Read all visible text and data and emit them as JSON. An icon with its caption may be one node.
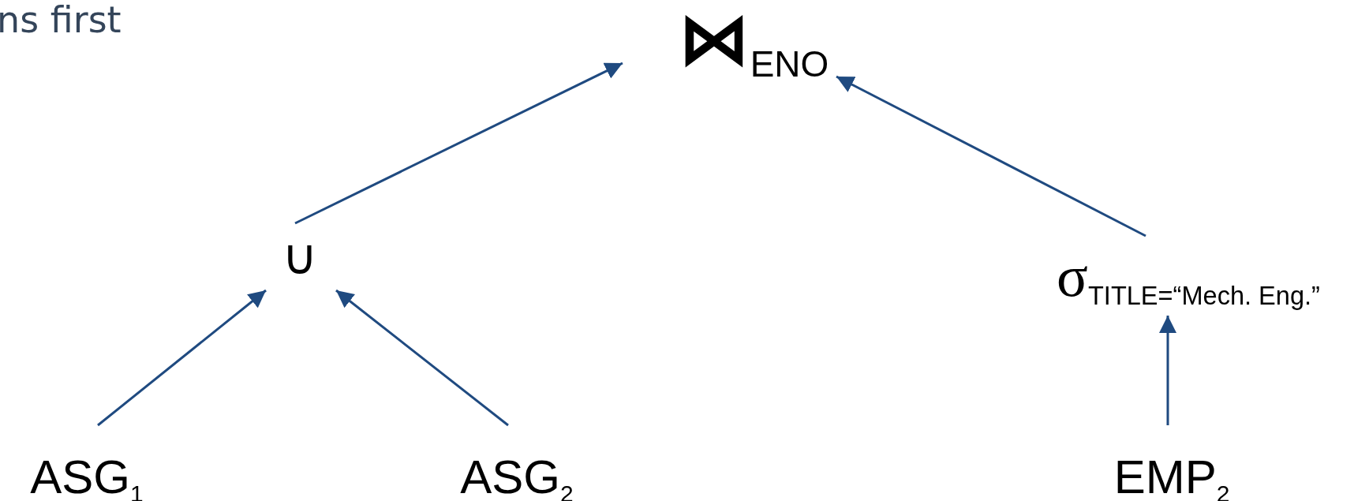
{
  "diagram": {
    "title": "ns first",
    "nodes": [
      {
        "text": [
          "⋈$_{ENO}$"
        ]
      },
      {
        "text": [
          "∪"
        ]
      },
      {
        "text": [
          "σ$_{TITLE=“Mech. Eng.”}$"
        ]
      },
      {
        "text": [
          "ASG$_{1}$"
        ]
      },
      {
        "text": [
          "ASG$_{2}$"
        ]
      },
      {
        "text": [
          "EMP$_{2}$"
        ]
      }
    ],
    "edges": [
      {
        "from": 1,
        "to": 0,
        "arrow": "to"
      },
      {
        "from": 2,
        "to": 0,
        "arrow": "to"
      },
      {
        "from": 3,
        "to": 1,
        "arrow": "to"
      },
      {
        "from": 4,
        "to": 1,
        "arrow": "to"
      },
      {
        "from": 5,
        "to": 2,
        "arrow": "to"
      }
    ]
  }
}
